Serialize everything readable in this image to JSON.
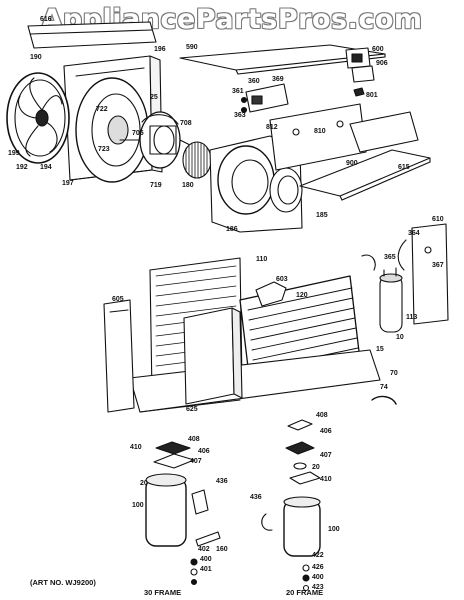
{
  "watermark": "AppliancePartsPros.com",
  "art_no": "(ART NO. WJ9200)",
  "frame_30": "30 FRAME",
  "frame_20": "20 FRAME",
  "labels": {
    "l616": "616",
    "l196a": "196",
    "l190": "190",
    "l590": "590",
    "l600": "600",
    "l906": "906",
    "l801": "801",
    "l369": "369",
    "l360": "360",
    "l361": "361",
    "l363": "363",
    "l722": "722",
    "l25": "25",
    "l705": "705",
    "l708": "708",
    "l812": "812",
    "l810": "810",
    "l723": "723",
    "l199": "199",
    "l192": "192",
    "l194": "194",
    "l197": "197",
    "l719": "719",
    "l180": "180",
    "l900": "900",
    "l615": "615",
    "l185": "185",
    "l186": "186",
    "l610": "610",
    "l364": "364",
    "l365": "365",
    "l367": "367",
    "l110": "110",
    "l605": "605",
    "l603": "603",
    "l120": "120",
    "l113": "113",
    "l10": "10",
    "l15": "15",
    "l70": "70",
    "l74": "74",
    "l625": "625",
    "l408a": "408",
    "l410a": "410",
    "l406a": "406",
    "l407a": "407",
    "l20a": "20",
    "l436a": "436",
    "l100a": "100",
    "l402": "402",
    "l400a": "400",
    "l401": "401",
    "l160": "160",
    "l408b": "408",
    "l406b": "406",
    "l407b": "407",
    "l20b": "20",
    "l410b": "410",
    "l436b": "436",
    "l100b": "100",
    "l422": "422",
    "l426": "426",
    "l400b": "400",
    "l423": "423"
  }
}
